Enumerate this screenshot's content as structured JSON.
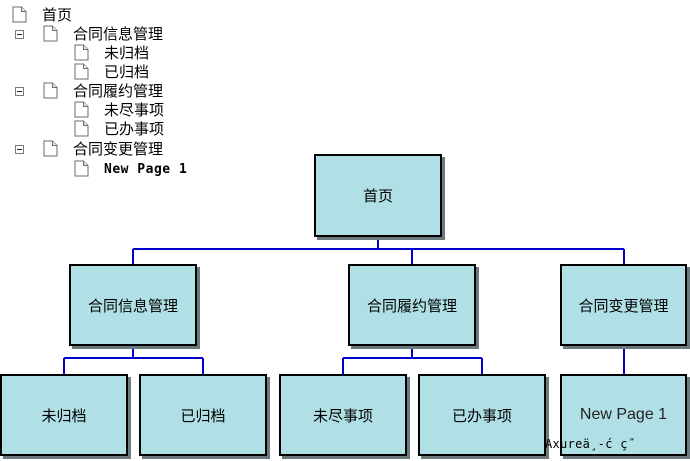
{
  "sitemap": {
    "home": {
      "label": "首页"
    },
    "contract_info": {
      "label": "合同信息管理",
      "children": [
        {
          "label": "未归档"
        },
        {
          "label": "已归档"
        }
      ]
    },
    "contract_perf": {
      "label": "合同履约管理",
      "children": [
        {
          "label": "未尽事项"
        },
        {
          "label": "已办事项"
        }
      ]
    },
    "contract_change": {
      "label": "合同变更管理",
      "children": [
        {
          "label": "New Page 1"
        }
      ]
    }
  },
  "diagram": {
    "root": "首页",
    "level1": [
      "合同信息管理",
      "合同履约管理",
      "合同变更管理"
    ],
    "level2": [
      "未归档",
      "已归档",
      "未尽事项",
      "已办事项",
      "New Page 1"
    ],
    "colors": {
      "node_fill": "#b0e0e6",
      "node_border": "#000000",
      "connector": "#0000cc"
    }
  },
  "watermark": "Axureä¸-ć  ç˝"
}
